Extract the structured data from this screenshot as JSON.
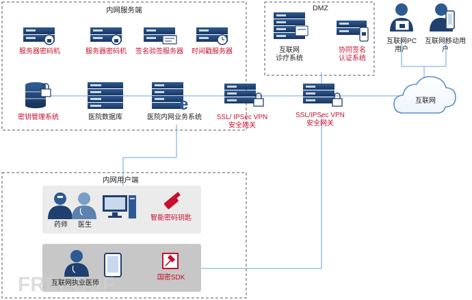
{
  "colors": {
    "accent_red": "#c8102e",
    "line_blue": "#8ab6e0",
    "server_navy": "#1f3f6e",
    "dashed_border": "#555555"
  },
  "zones": {
    "internal_server": "内网服务端",
    "dmz": "DMZ",
    "internal_user": "内网用户端"
  },
  "nodes": {
    "server_cipher_1": "服务器密码机",
    "server_cipher_2": "服务器密码机",
    "signature_server": "签名验签服务器",
    "timestamp_server": "时间戳服务器",
    "key_mgmt": "密钥管理系统",
    "hospital_db": "医院数据库",
    "hospital_business": "医院内网业务系统",
    "vpn_internal": [
      "SSL/ IPSec VPN",
      "安全网关"
    ],
    "vpn_dmz": [
      "SSL/IPSec VPN",
      "安全网关"
    ],
    "internet_diagnosis": [
      "互联网",
      "诊疗系统"
    ],
    "collab_sign": [
      "协同签名",
      "认证系统"
    ],
    "internet_pc_user": [
      "互联网PC",
      "用户"
    ],
    "internet_mobile_user": [
      "互联网移动用",
      "户"
    ],
    "internet_cloud": "互联网",
    "pharmacist": "药师",
    "doctor": "医生",
    "smart_key": "智能密码钥匙",
    "internet_doctor": "互联网执业医师",
    "sdk": "国密SDK"
  }
}
